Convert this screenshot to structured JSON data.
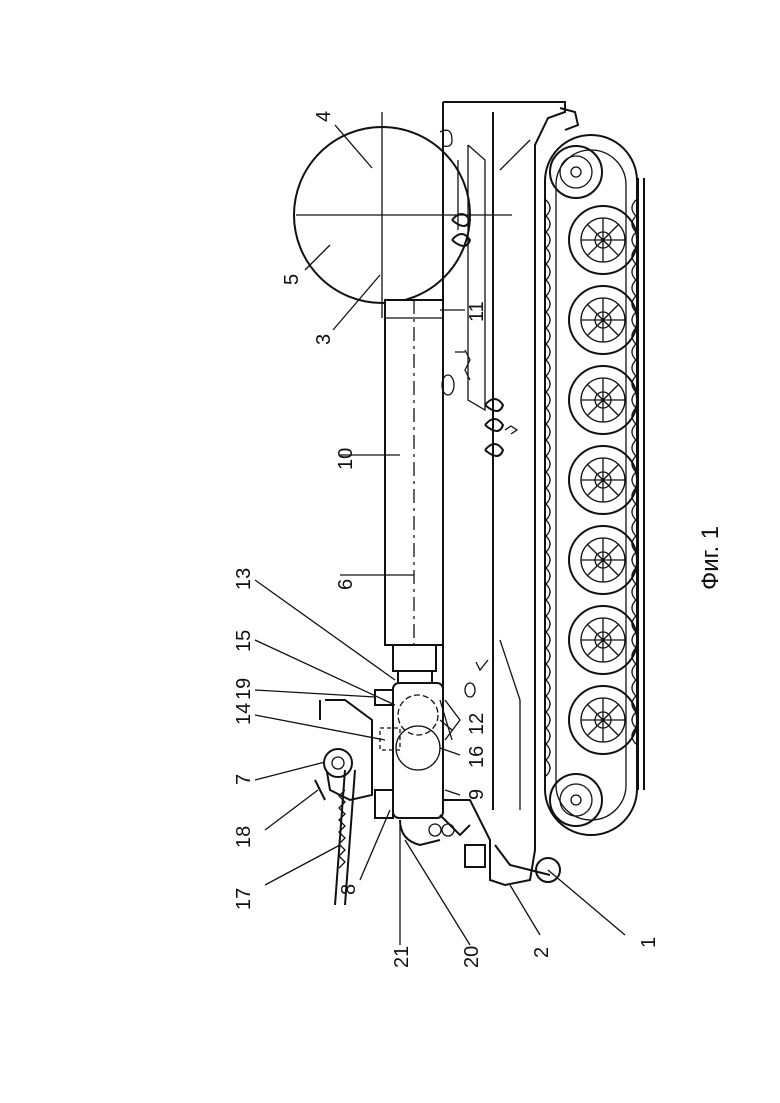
{
  "figure": {
    "caption": "Фиг. 1",
    "reference_numerals": [
      "1",
      "2",
      "3",
      "4",
      "5",
      "6",
      "7",
      "8",
      "9",
      "10",
      "11",
      "12",
      "13",
      "14",
      "15",
      "16",
      "17",
      "18",
      "19",
      "20",
      "21"
    ]
  }
}
